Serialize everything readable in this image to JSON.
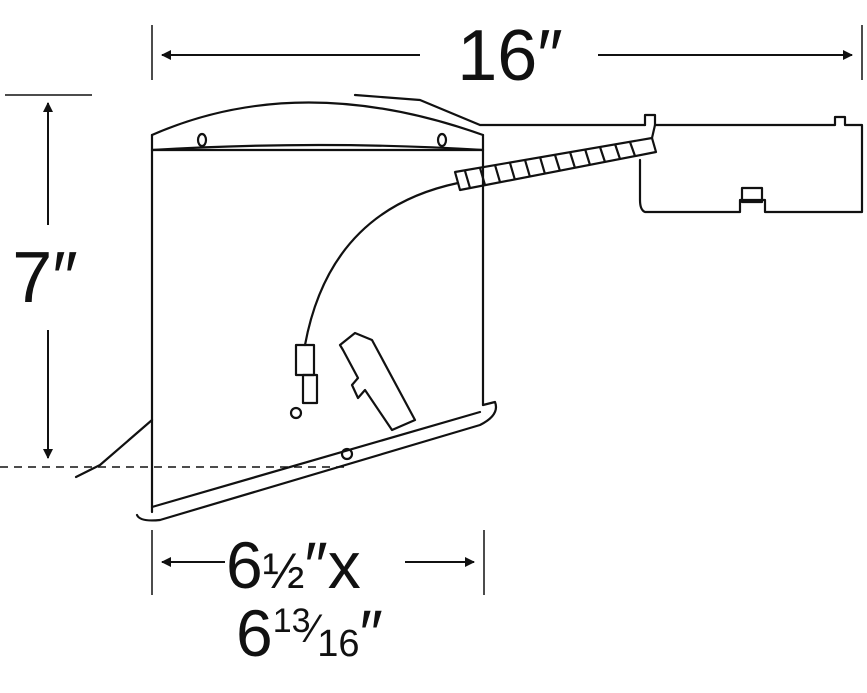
{
  "dimensions": {
    "width_label": "16″",
    "height_label": "7″",
    "aperture_line1_whole": "6",
    "aperture_line1_frac": "½",
    "aperture_line1_suffix": "″x",
    "aperture_line2_whole": "6",
    "aperture_line2_num": "13",
    "aperture_line2_den": "16",
    "aperture_line2_suffix": "″"
  },
  "colors": {
    "line": "#111111",
    "background": "#ffffff"
  }
}
